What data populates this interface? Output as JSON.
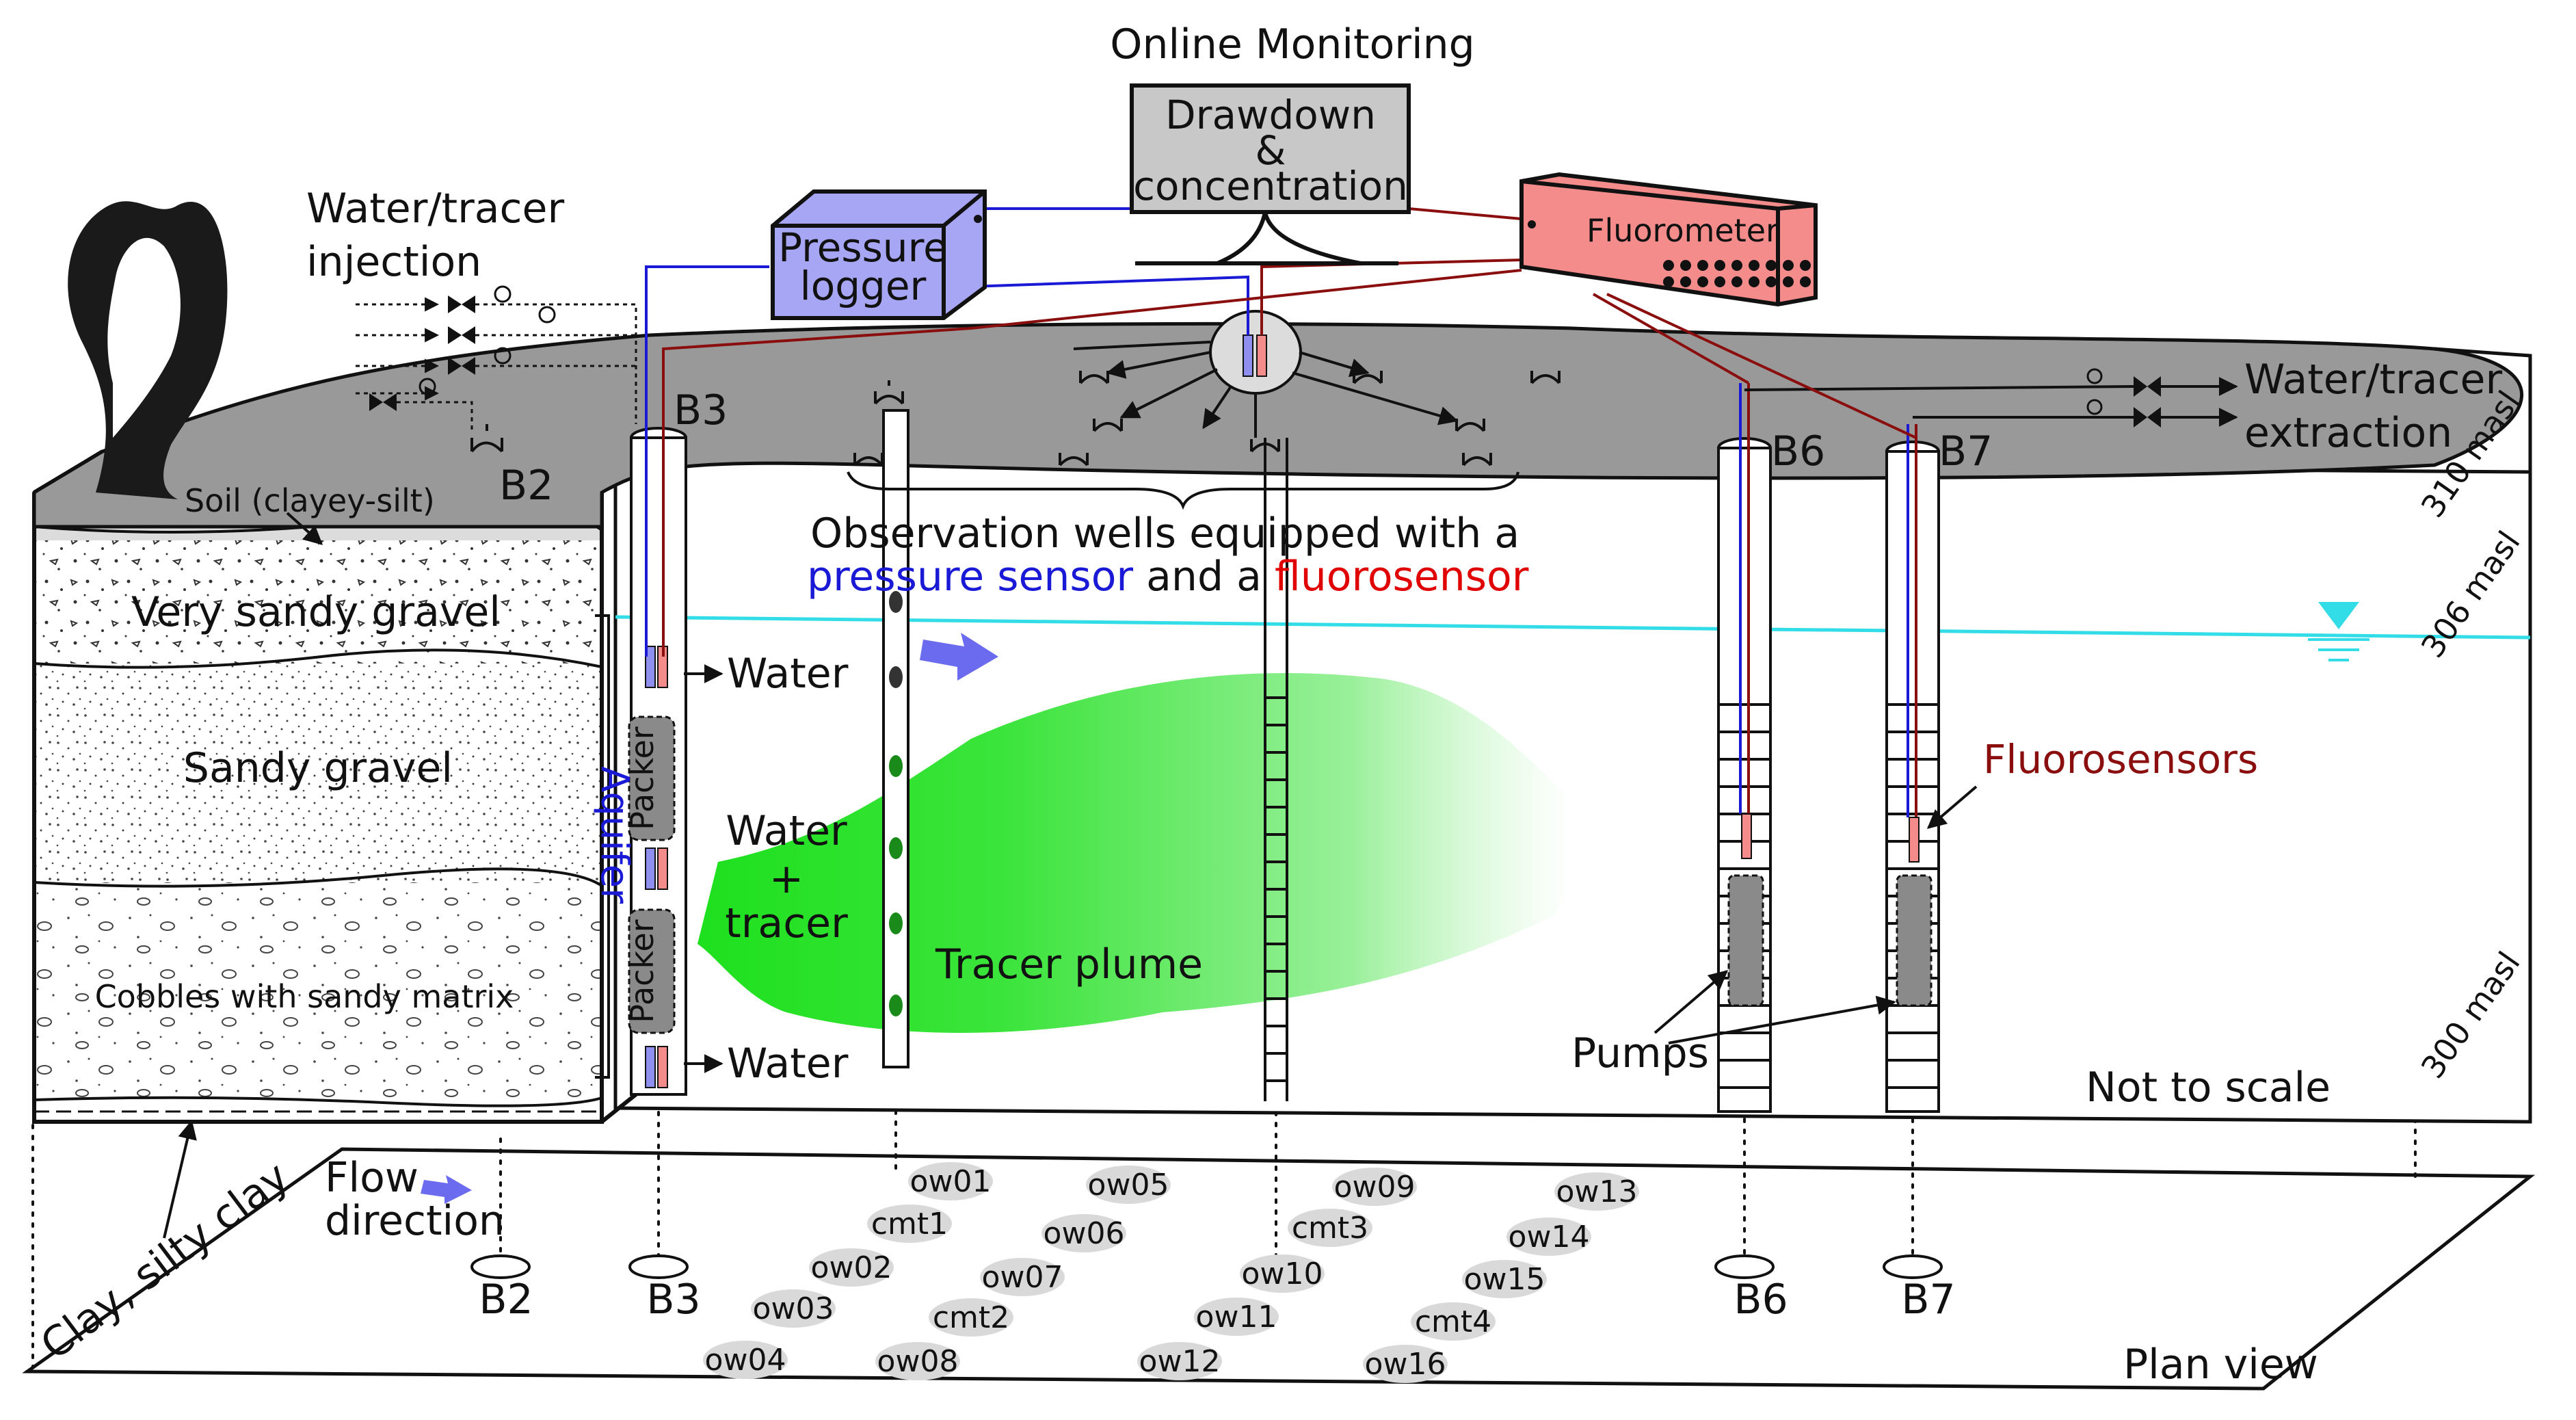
{
  "header": {
    "title": "Online Monitoring"
  },
  "devices": {
    "computer": {
      "line1": "Drawdown",
      "line2": "&",
      "line3": "concentration"
    },
    "pressure_logger": {
      "line1": "Pressure",
      "line2": "logger",
      "color": "#a6a6f5"
    },
    "fluorometer": {
      "label": "Fluorometer",
      "color": "#f48c8c"
    }
  },
  "injection": {
    "line1": "Water/tracer",
    "line2": "injection"
  },
  "extraction": {
    "line1": "Water/tracer",
    "line2": "extraction"
  },
  "wells": {
    "b2": "B2",
    "b3": "B3",
    "b6": "B6",
    "b7": "B7"
  },
  "layers": {
    "soil": "Soil (clayey-silt)",
    "very_sandy_gravel": "Very sandy gravel",
    "sandy_gravel": "Sandy gravel",
    "cobbles": "Cobbles with sandy matrix",
    "clay": "Clay, silty clay",
    "aquifer": "Aquifer"
  },
  "elevations": {
    "e310": "310 masl",
    "e306": "306 masl",
    "e300": "300 masl"
  },
  "observation": {
    "line1": "Observation wells equipped with a",
    "pressure": "pressure sensor",
    "and": " and a ",
    "fluoro": "fluorosensor"
  },
  "zones": {
    "water_top": "Water",
    "water_plus": "Water",
    "plus": "+",
    "tracer": "tracer",
    "water_bottom": "Water"
  },
  "packer": "Packer",
  "plume": "Tracer plume",
  "fluorosensors": "Fluorosensors",
  "pumps": "Pumps",
  "not_to_scale": "Not to scale",
  "plan_view": "Plan view",
  "flow": {
    "line1": "Flow",
    "line2": "direction"
  },
  "plan_wells": [
    "ow01",
    "ow05",
    "ow09",
    "ow13",
    "cmt1",
    "ow06",
    "cmt3",
    "ow14",
    "ow02",
    "ow07",
    "ow10",
    "ow15",
    "ow03",
    "cmt2",
    "ow11",
    "cmt4",
    "ow04",
    "ow08",
    "ow12",
    "ow16"
  ],
  "colors": {
    "ground": "#999999",
    "water_table": "#33dde8",
    "plume": "#22dd22",
    "blue_line": "#1a1ad6",
    "red_line": "#8b0e0e",
    "blue_text": "#1a1ad6",
    "red_text": "#e00000",
    "dark_red_text": "#8b0e0e"
  }
}
